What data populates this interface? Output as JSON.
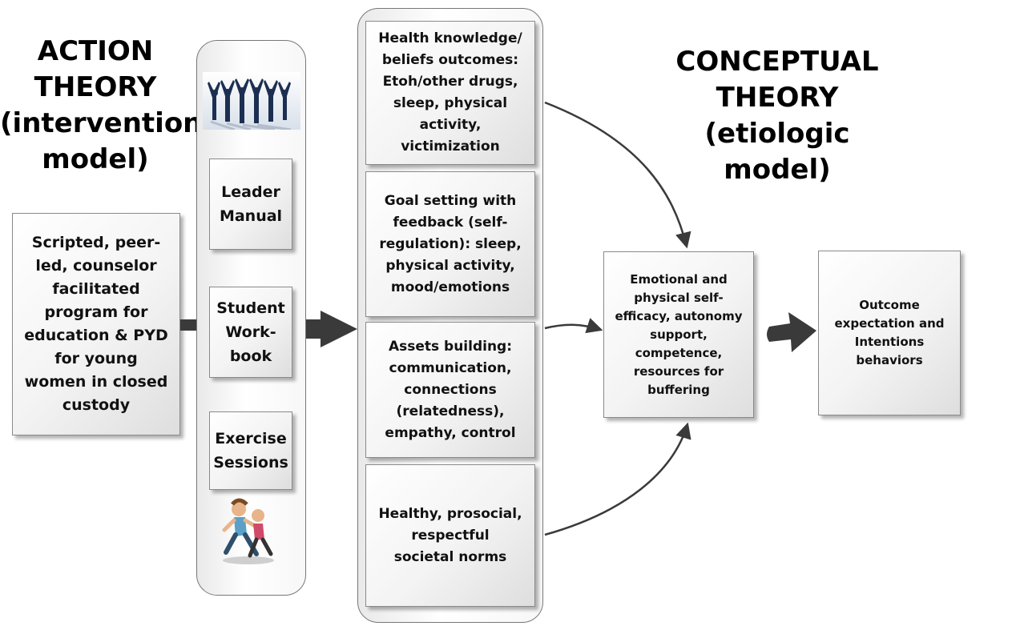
{
  "headings": {
    "action": "ACTION\nTHEORY\n(intervention\nmodel)",
    "conceptual": "CONCEPTUAL\nTHEORY\n(etiologic\nmodel)"
  },
  "program_box": "Scripted, peer-\nled, counselor\nfacilitated\nprogram for\neducation & PYD\nfor young\nwomen in closed\ncustody",
  "materials": {
    "leader_manual": "Leader\nManual",
    "student_workbook": "Student\nWork-\nbook",
    "exercise_sessions": "Exercise\nSessions"
  },
  "outcomes": [
    "Health knowledge/\nbeliefs outcomes:\nEtoh/other drugs,\nsleep, physical\nactivity,\nvictimization",
    "Goal setting with\nfeedback (self-\nregulation): sleep,\nphysical activity,\nmood/emotions",
    "Assets building:\ncommunication,\nconnections\n(relatedness),\nempathy, control",
    "Healthy, prosocial,\nrespectful\nsocietal norms"
  ],
  "mediator_box": "Emotional and\nphysical self-\nefficacy, autonomy\nsupport,\ncompetence,\nresources for\nbuffering",
  "result_box": "Outcome\nexpectation and\nIntentions\nbehaviors",
  "colors": {
    "arrow": "#3a3a3a",
    "box_border": "#8a8a8a"
  }
}
